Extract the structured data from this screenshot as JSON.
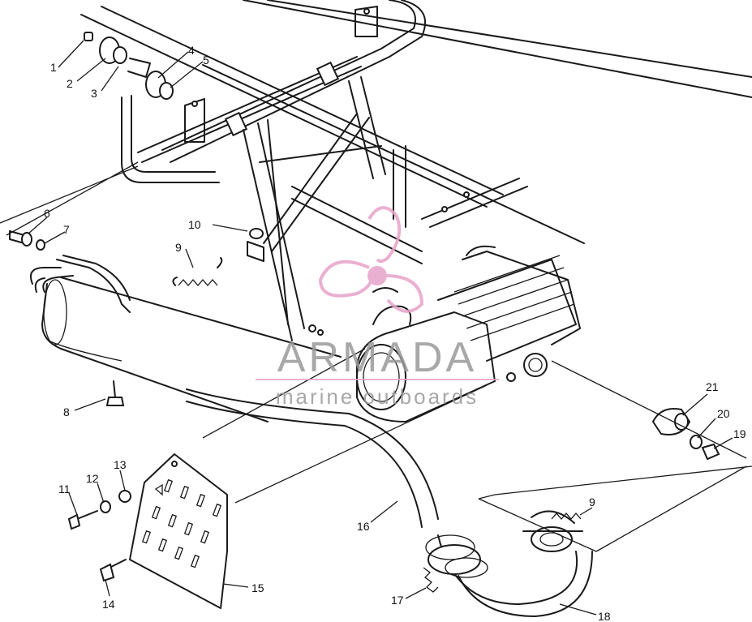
{
  "diagram": {
    "callouts": [
      {
        "id": "c1",
        "label": "1"
      },
      {
        "id": "c2",
        "label": "2"
      },
      {
        "id": "c3",
        "label": "3"
      },
      {
        "id": "c4",
        "label": "4"
      },
      {
        "id": "c5",
        "label": "5"
      },
      {
        "id": "c6",
        "label": "6"
      },
      {
        "id": "c7",
        "label": "7"
      },
      {
        "id": "c8",
        "label": "8"
      },
      {
        "id": "c9a",
        "label": "9"
      },
      {
        "id": "c9b",
        "label": "9"
      },
      {
        "id": "c10",
        "label": "10"
      },
      {
        "id": "c11",
        "label": "11"
      },
      {
        "id": "c12",
        "label": "12"
      },
      {
        "id": "c13",
        "label": "13"
      },
      {
        "id": "c14",
        "label": "14"
      },
      {
        "id": "c15",
        "label": "15"
      },
      {
        "id": "c16",
        "label": "16"
      },
      {
        "id": "c17",
        "label": "17"
      },
      {
        "id": "c18",
        "label": "18"
      },
      {
        "id": "c19",
        "label": "19"
      },
      {
        "id": "c20",
        "label": "20"
      },
      {
        "id": "c21",
        "label": "21"
      }
    ]
  },
  "watermark": {
    "name": "ARMADA",
    "tagline": "marine outboards",
    "logo_color": "#e7a3c9",
    "text_color": "#9a9a9a"
  }
}
